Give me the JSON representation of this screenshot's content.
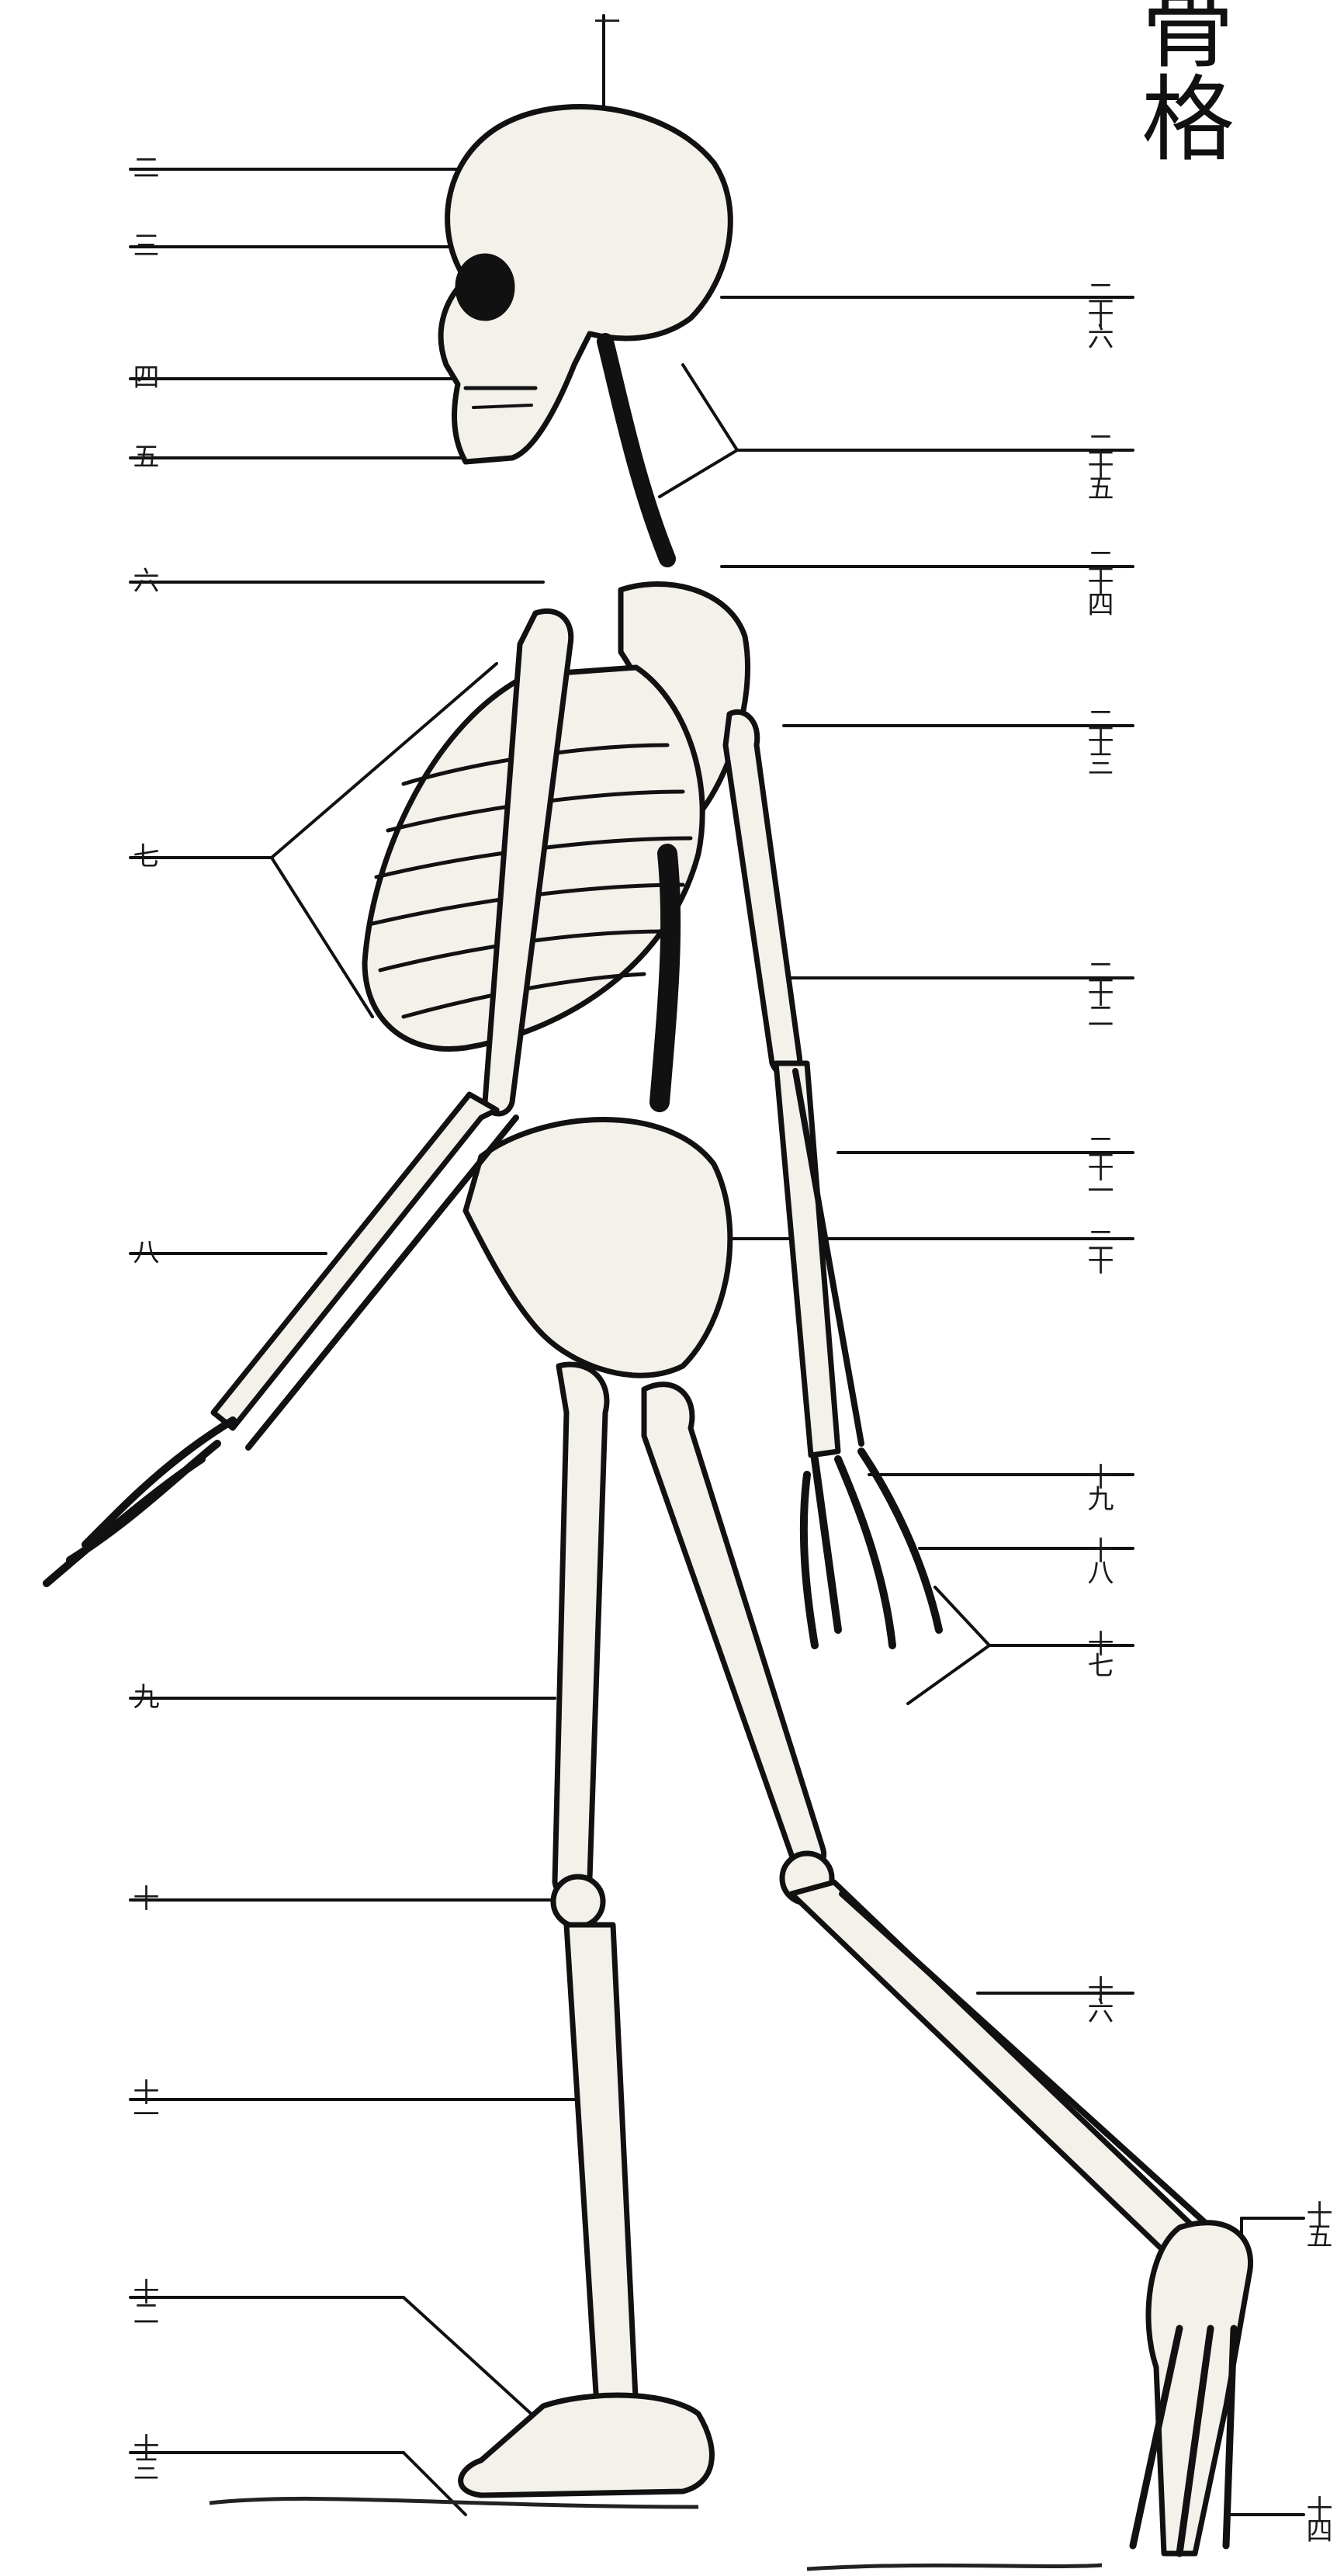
{
  "title": "骨格",
  "labels": {
    "n1": "一",
    "n2": "二",
    "n3": "三",
    "n4": "四",
    "n5": "五",
    "n6": "六",
    "n7": "七",
    "n8": "八",
    "n9": "九",
    "n10": "十",
    "n11": "十一",
    "n12": "十二",
    "n13": "十三",
    "n14": "十四",
    "n15": "十五",
    "n16": "十六",
    "n17": "十七",
    "n18": "十八",
    "n19": "十九",
    "n20": "二十",
    "n21": "二十一",
    "n22": "二十二",
    "n23": "二十三",
    "n24": "二十四",
    "n25": "二十五",
    "n26": "二十六"
  },
  "colors": {
    "ink": "#111111",
    "paper": "#ffffff",
    "bone": "#f4f1ea"
  }
}
